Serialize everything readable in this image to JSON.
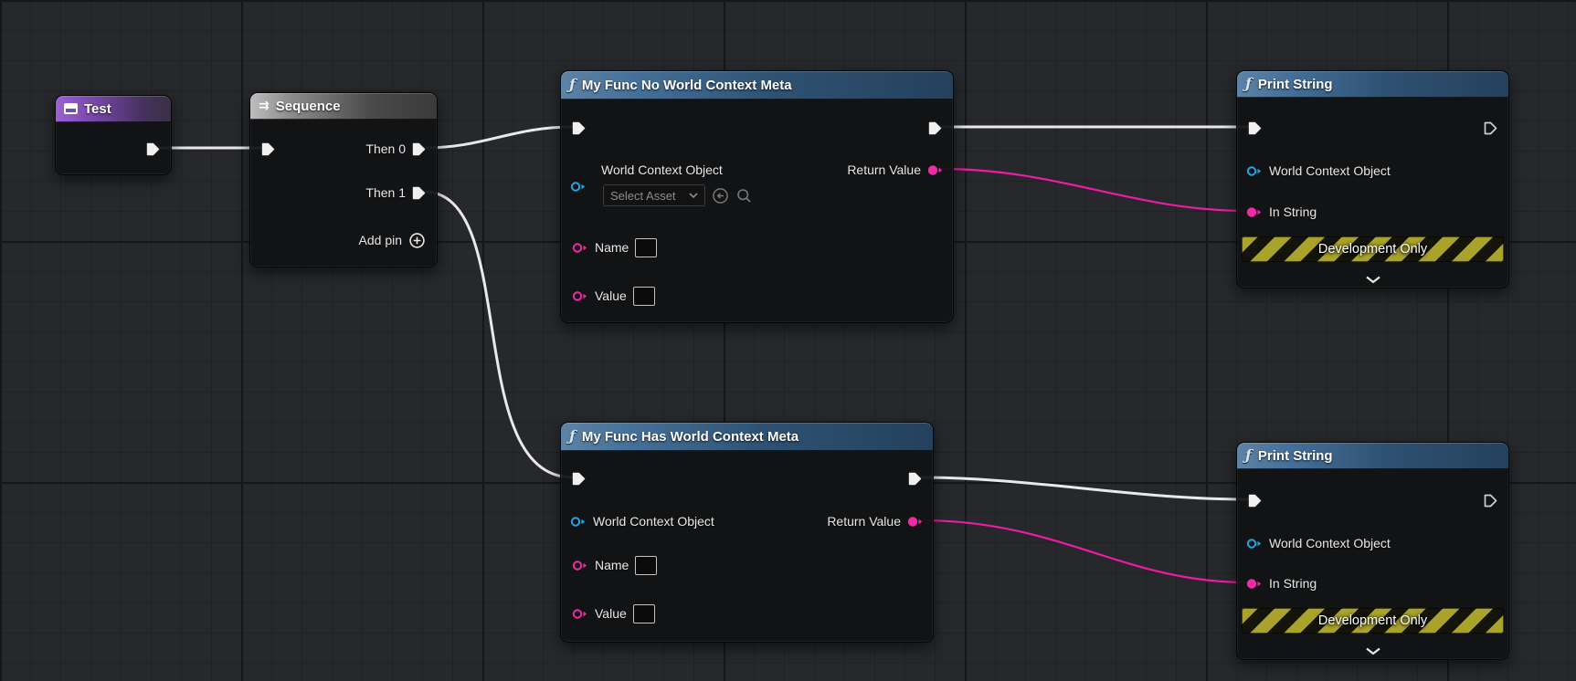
{
  "graph": {
    "nodes": {
      "test": {
        "title": "Test"
      },
      "sequence": {
        "title": "Sequence",
        "then0": "Then 0",
        "then1": "Then 1",
        "add_pin": "Add pin"
      },
      "func_no_wcm": {
        "title": "My Func No World Context Meta",
        "world_context_label": "World Context Object",
        "asset_picker_value": "Select Asset",
        "name_label": "Name",
        "value_label": "Value",
        "return_label": "Return Value"
      },
      "func_has_wcm": {
        "title": "My Func Has World Context Meta",
        "world_context_label": "World Context Object",
        "name_label": "Name",
        "value_label": "Value",
        "return_label": "Return Value"
      },
      "print_string_top": {
        "title": "Print String",
        "world_context_label": "World Context Object",
        "in_string_label": "In String",
        "banner": "Development Only"
      },
      "print_string_bottom": {
        "title": "Print String",
        "world_context_label": "World Context Object",
        "in_string_label": "In String",
        "banner": "Development Only"
      }
    },
    "icons": {
      "function_glyph": "ƒ",
      "sequence_glyph": "⇉"
    },
    "colors": {
      "exec_wire": "#e9e9e9",
      "data_wire": "#ef1ba5",
      "object_pin": "#1fa8e8",
      "string_pin": "#f02ba8",
      "dev_banner_yellow": "#a9a22b",
      "function_header": "#3c6288",
      "event_header_purple": "#8a52c0"
    },
    "connections": [
      {
        "from": "test.exec_out",
        "to": "sequence.exec_in",
        "type": "exec"
      },
      {
        "from": "sequence.then0",
        "to": "func_no_wcm.exec_in",
        "type": "exec"
      },
      {
        "from": "sequence.then1",
        "to": "func_has_wcm.exec_in",
        "type": "exec"
      },
      {
        "from": "func_no_wcm.exec_out",
        "to": "print_string_top.exec_in",
        "type": "exec"
      },
      {
        "from": "func_no_wcm.return_value",
        "to": "print_string_top.in_string",
        "type": "string"
      },
      {
        "from": "func_has_wcm.exec_out",
        "to": "print_string_bottom.exec_in",
        "type": "exec"
      },
      {
        "from": "func_has_wcm.return_value",
        "to": "print_string_bottom.in_string",
        "type": "string"
      }
    ]
  }
}
